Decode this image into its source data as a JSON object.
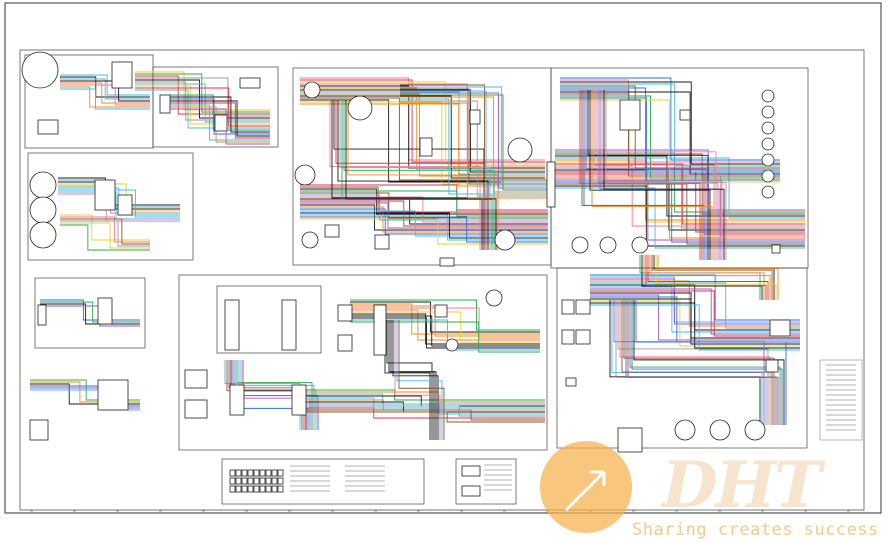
{
  "diagram": {
    "kind": "electrical-wiring-schematic",
    "colors": {
      "border": "#333333",
      "wire_black": "#1a1a1a",
      "wire_red": "#e0304a",
      "wire_pink": "#f07aa0",
      "wire_blue": "#2f6fe0",
      "wire_lightblue": "#48b8e8",
      "wire_green": "#2fa84a",
      "wire_orange": "#f08a20",
      "wire_yellow": "#e8d230",
      "wire_purple": "#9a5ad0",
      "wire_brown": "#8a5a2a",
      "wire_gray": "#9a9a9a",
      "watermark": "#f5b04a"
    }
  },
  "watermark": {
    "logo_icon": "arrow-circle-icon",
    "logo_text": "DHT",
    "slogan": "Sharing creates success"
  }
}
